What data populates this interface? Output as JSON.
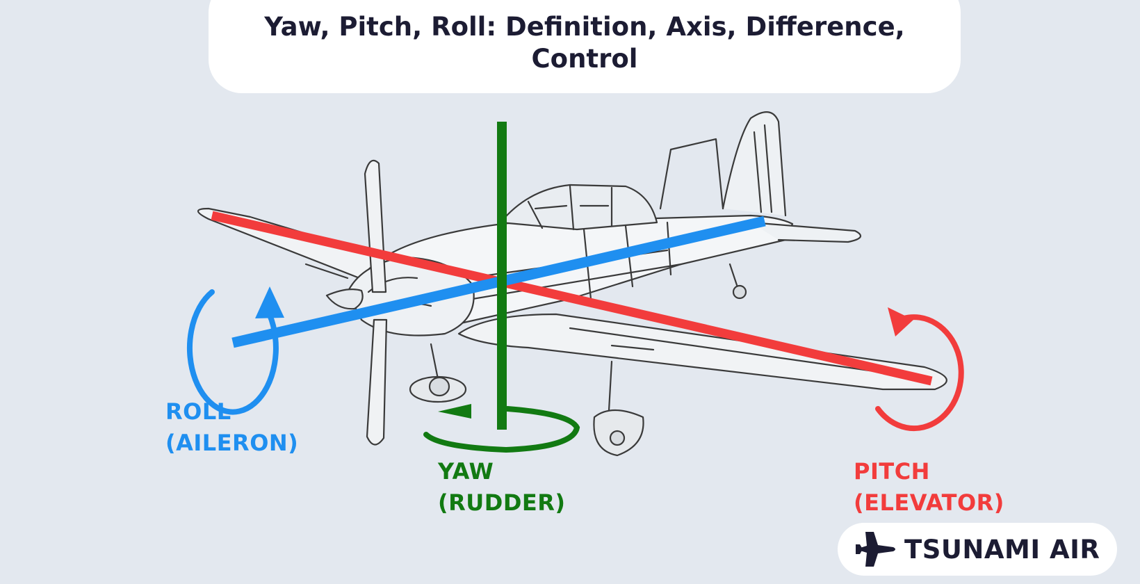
{
  "title": "Yaw, Pitch, Roll: Definition, Axis, Difference, Control",
  "axes": {
    "roll": {
      "name": "ROLL",
      "control": "(AILERON)",
      "color": "#1f8ff0"
    },
    "yaw": {
      "name": "YAW",
      "control": "(RUDDER)",
      "color": "#127a12"
    },
    "pitch": {
      "name": "PITCH",
      "control": "(ELEVATOR)",
      "color": "#f23c3c"
    }
  },
  "logo": {
    "text": "TSUNAMI AIR",
    "icon": "jet-icon"
  },
  "colors": {
    "background": "#e3e8ef",
    "ink": "#1c1c33"
  }
}
